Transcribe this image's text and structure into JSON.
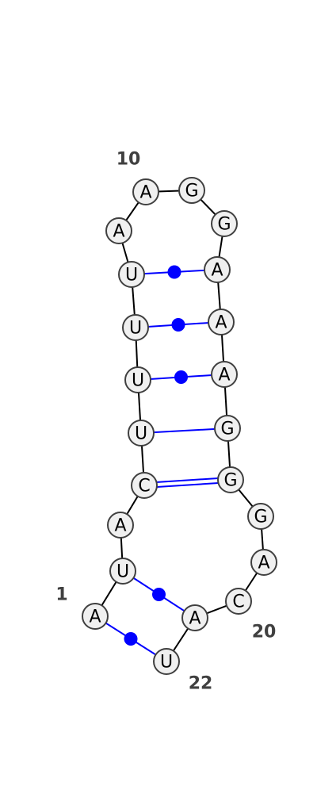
{
  "structure": {
    "sequence": [
      "A",
      "U",
      "A",
      "C",
      "U",
      "U",
      "U",
      "U",
      "A",
      "A",
      "G",
      "G",
      "A",
      "A",
      "A",
      "G",
      "G",
      "G",
      "A",
      "C",
      "A",
      "U"
    ],
    "pairs": [
      {
        "i": 1,
        "j": 22,
        "type": "noncanonical"
      },
      {
        "i": 2,
        "j": 21,
        "type": "noncanonical"
      },
      {
        "i": 4,
        "j": 17,
        "type": "canonical"
      },
      {
        "i": 5,
        "j": 16,
        "type": "canonical"
      },
      {
        "i": 6,
        "j": 15,
        "type": "noncanonical"
      },
      {
        "i": 7,
        "j": 14,
        "type": "noncanonical"
      },
      {
        "i": 8,
        "j": 13,
        "type": "noncanonical"
      }
    ],
    "position_labels": [
      {
        "index": 1,
        "text": "1"
      },
      {
        "index": 10,
        "text": "10"
      },
      {
        "index": 20,
        "text": "20"
      },
      {
        "index": 22,
        "text": "22"
      }
    ]
  },
  "colors": {
    "backbone": "#000000",
    "pair": "#0000ff",
    "node_fill": "#f0f0f0",
    "node_stroke": "#404040",
    "label": "#404040"
  }
}
